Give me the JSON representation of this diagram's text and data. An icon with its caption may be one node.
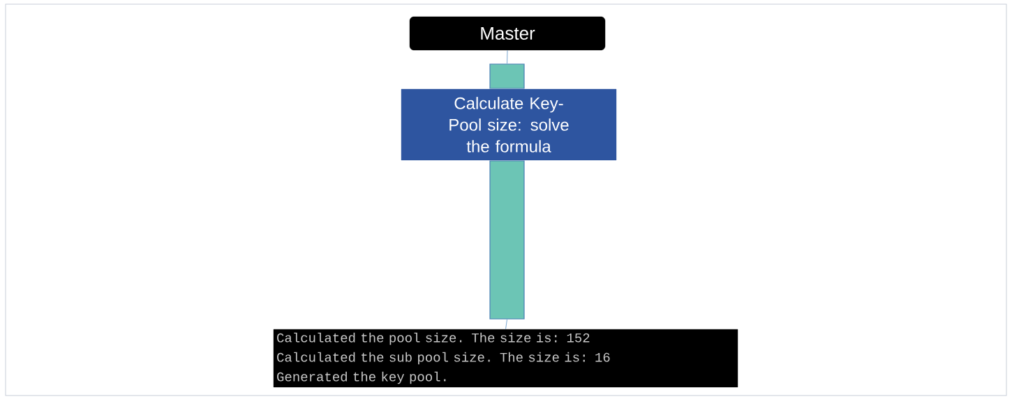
{
  "diagram": {
    "nodes": [
      {
        "text": [
          "Master"
        ]
      },
      {
        "text": [],
        "shape": "bar"
      },
      {
        "text": [
          "Calculate Key-Pool size: solve the formula"
        ]
      },
      {
        "text": [],
        "shape": "bar"
      },
      {
        "text": [
          "Calculated the pool size. The size is: 152",
          "Calculated the sub pool size. The size is: 16",
          "Generated the key pool."
        ]
      }
    ],
    "edges": [
      {
        "from": 0,
        "to": 1,
        "arrow": "none"
      },
      {
        "from": 3,
        "to": 4,
        "arrow": "none"
      }
    ]
  }
}
